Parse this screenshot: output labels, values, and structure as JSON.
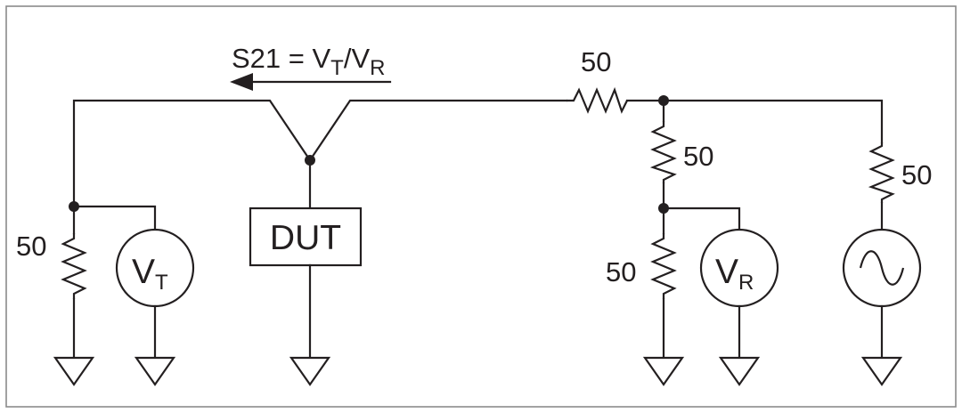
{
  "equation": {
    "lhs": "S21 = V",
    "sub1": "T",
    "mid": "/V",
    "sub2": "R"
  },
  "resistors": {
    "series_top": "50",
    "shunt_upper": "50",
    "shunt_lower": "50",
    "source": "50",
    "receiver_load": "50"
  },
  "dut": {
    "label": "DUT"
  },
  "meters": {
    "vt": {
      "main": "V",
      "sub": "T"
    },
    "vr": {
      "main": "V",
      "sub": "R"
    }
  },
  "source": {
    "icon": "ac-source-sine-icon"
  },
  "colors": {
    "ink": "#231f20",
    "frame": "#8a8a8a",
    "background": "#ffffff"
  }
}
